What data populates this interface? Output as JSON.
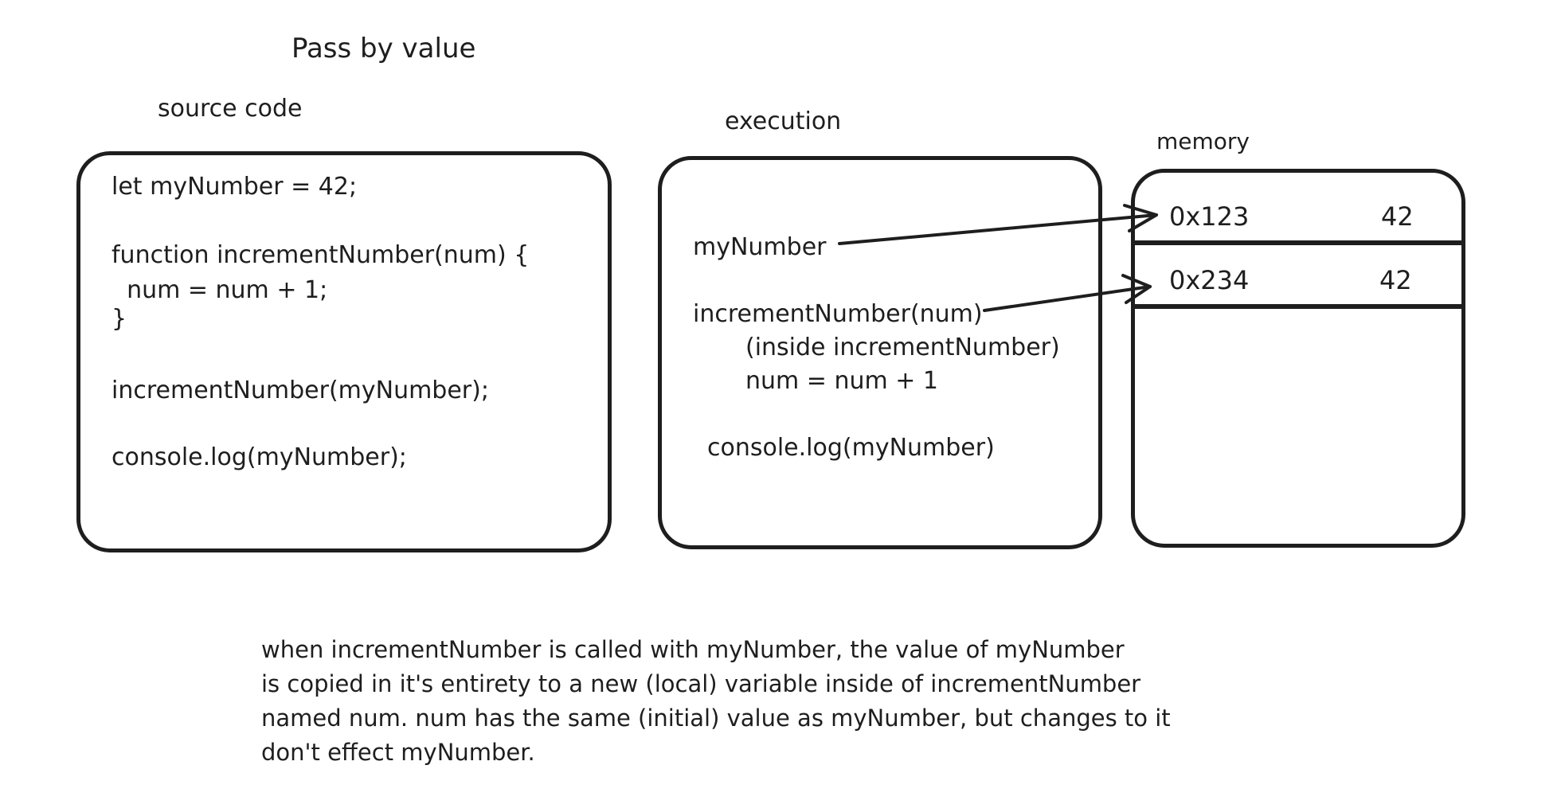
{
  "title": "Pass by value",
  "source_code": {
    "label": "source code",
    "lines": [
      "let myNumber = 42;",
      "function incrementNumber(num) {",
      "  num = num + 1;",
      "}",
      "incrementNumber(myNumber);",
      "console.log(myNumber);"
    ]
  },
  "execution": {
    "label": "execution",
    "items": [
      "myNumber",
      "incrementNumber(num)",
      "(inside incrementNumber)",
      "num = num + 1",
      "console.log(myNumber)"
    ]
  },
  "memory": {
    "label": "memory",
    "rows": [
      {
        "address": "0x123",
        "value": "42"
      },
      {
        "address": "0x234",
        "value": "42"
      }
    ]
  },
  "note": {
    "lines": [
      "when incrementNumber is called with myNumber, the value of myNumber",
      "is copied in it's entirety to a new (local) variable inside of incrementNumber",
      "named num. num has the same (initial) value as myNumber, but changes to it",
      "don't effect myNumber."
    ]
  }
}
